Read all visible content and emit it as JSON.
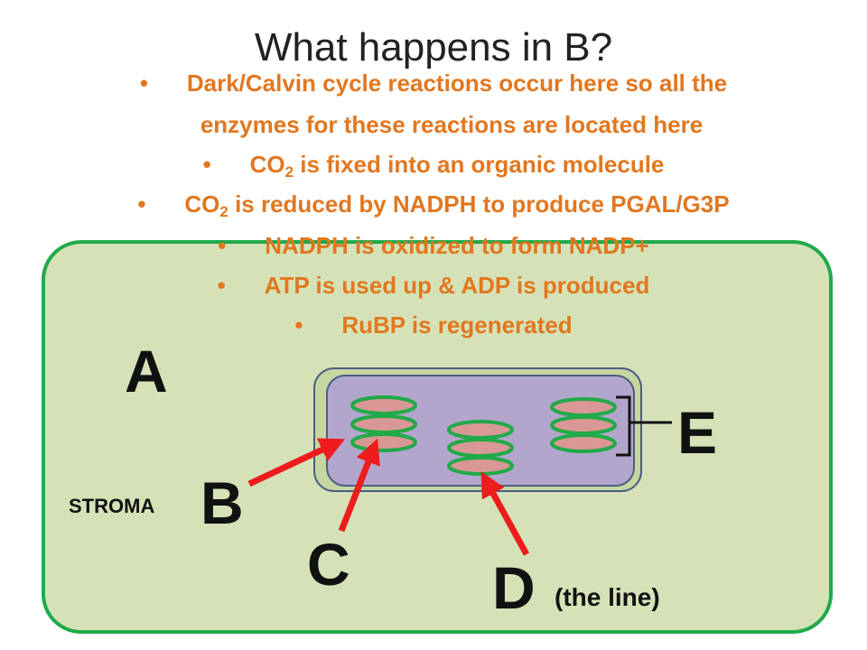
{
  "slide": {
    "title": "What happens in B?",
    "bullets": [
      {
        "marker": "•",
        "text": "Dark/Calvin cycle reactions occur here so all the"
      },
      {
        "marker": "",
        "text": "enzymes for these reactions are located here"
      },
      {
        "marker": "•",
        "pre": "CO",
        "sub": "2",
        "post": " is fixed into an organic molecule"
      },
      {
        "marker": "•",
        "pre": "CO",
        "sub": "2",
        "post": " is reduced by NADPH to produce PGAL/G3P"
      },
      {
        "marker": "•",
        "text": "NADPH is oxidized to form NADP+"
      },
      {
        "marker": "•",
        "text": "ATP is used up & ADP is produced"
      },
      {
        "marker": "•",
        "text": "RuBP is regenerated"
      }
    ],
    "labels": {
      "a": "A",
      "b": "B",
      "c": "C",
      "d": "D",
      "d_note": "(the line)",
      "e": "E",
      "stroma": "STROMA"
    },
    "colors": {
      "cell_fill": "#d5e2b7",
      "cell_border": "#1faa4a",
      "chloroplast_outer": "#c6d6a0",
      "chloroplast_inner": "#b3a6cc",
      "chloroplast_border": "#4a5d85",
      "thylakoid_fill": "#d99895",
      "thylakoid_border": "#20aa48",
      "bullet_text": "#e2771f",
      "arrow": "#ee1c1c"
    }
  }
}
